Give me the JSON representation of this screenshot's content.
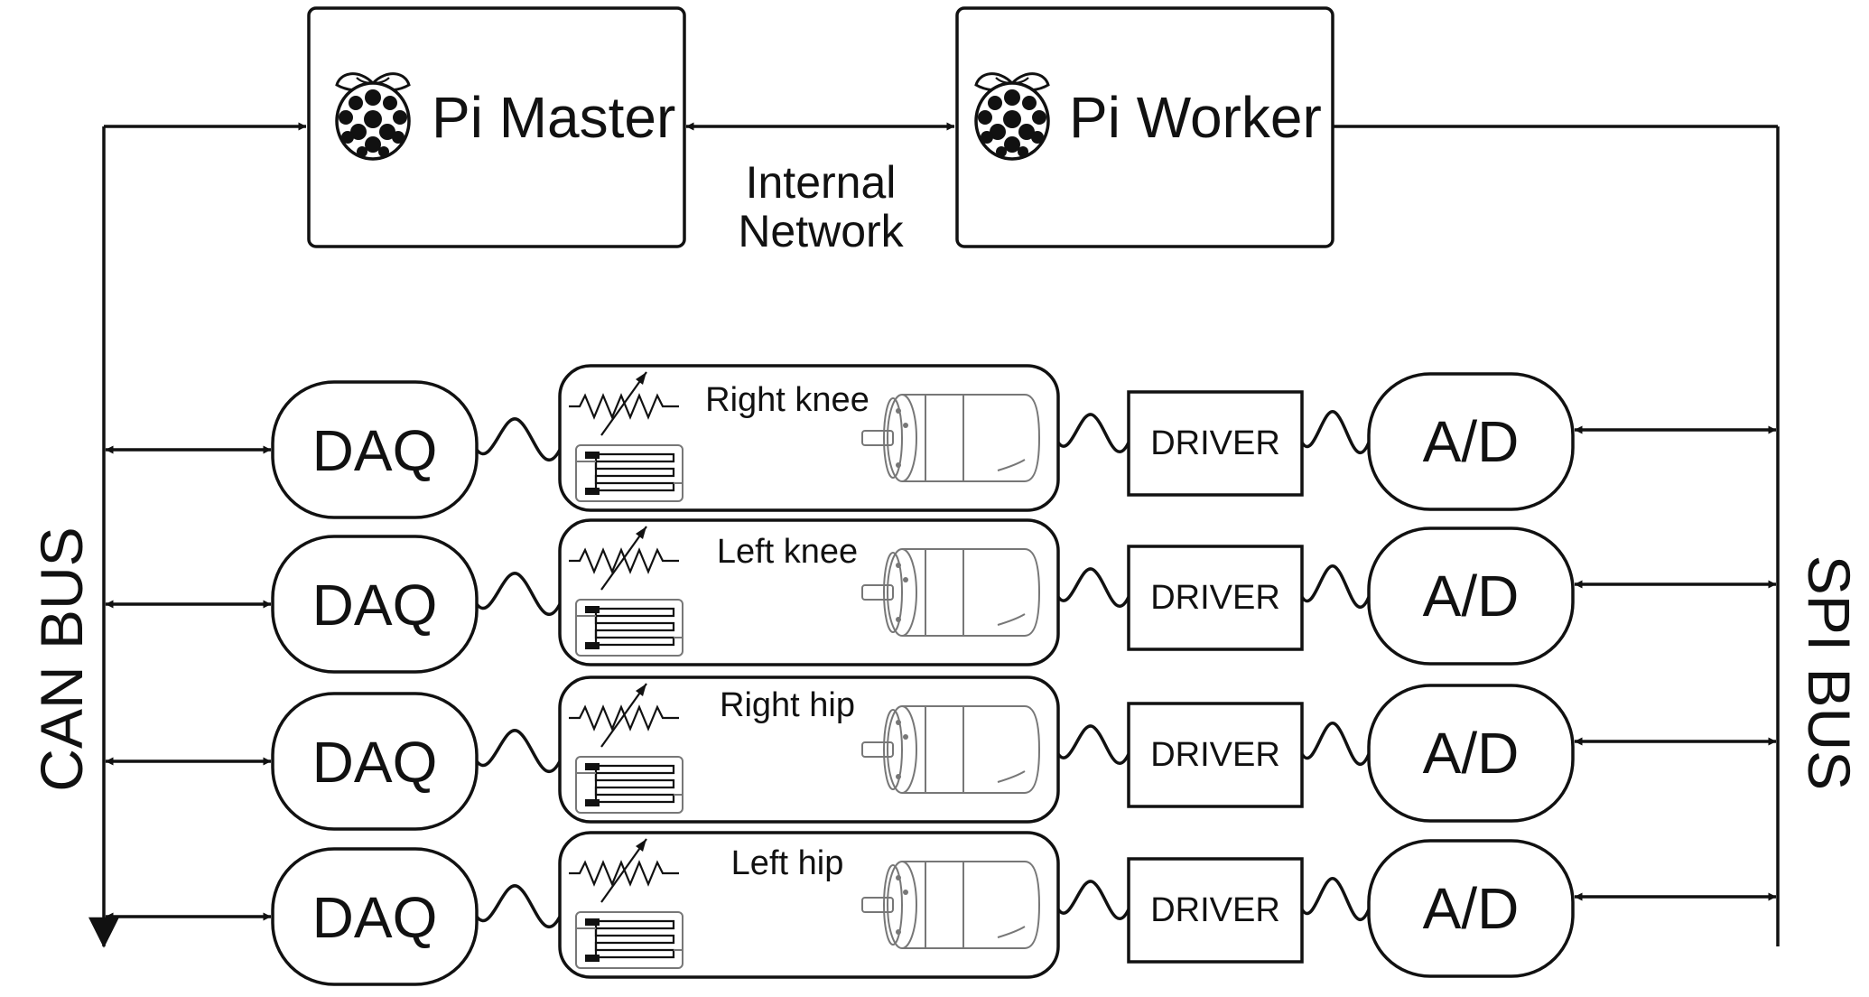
{
  "master": {
    "label": "Pi Master",
    "icon": "raspberry-pi-icon"
  },
  "worker": {
    "label": "Pi Worker",
    "icon": "raspberry-pi-icon"
  },
  "network": {
    "line1": "Internal",
    "line2": "Network"
  },
  "can_bus": {
    "label": "CAN BUS"
  },
  "spi_bus": {
    "label": "SPI BUS"
  },
  "rows": [
    {
      "daq": "DAQ",
      "joint": "Right knee",
      "driver": "DRIVER",
      "ad": "A/D"
    },
    {
      "daq": "DAQ",
      "joint": "Left knee",
      "driver": "DRIVER",
      "ad": "A/D"
    },
    {
      "daq": "DAQ",
      "joint": "Right hip",
      "driver": "DRIVER",
      "ad": "A/D"
    },
    {
      "daq": "DAQ",
      "joint": "Left hip",
      "driver": "DRIVER",
      "ad": "A/D"
    }
  ],
  "icons": [
    "raspberry-pi-icon",
    "potentiometer-icon",
    "strain-gauge-icon",
    "dc-motor-icon"
  ],
  "colors": {
    "line": "#111111",
    "background": "#ffffff"
  }
}
